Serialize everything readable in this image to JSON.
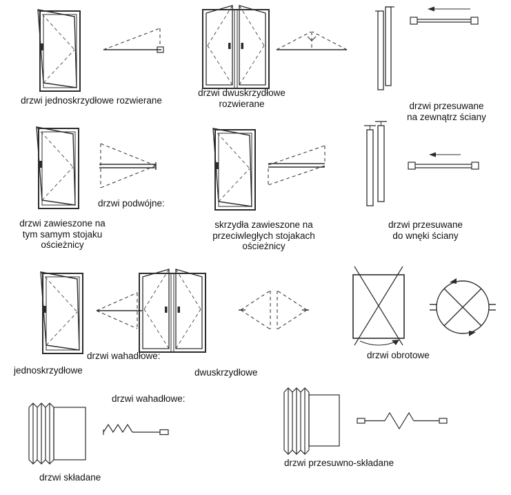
{
  "colors": {
    "line": "#2b2b2b",
    "text": "#111111",
    "background": "#ffffff"
  },
  "figures": {
    "single_swing": {
      "label": "drzwi jednoskrzydłowe rozwierane"
    },
    "double_swing": {
      "label_line1": "drzwi dwuskrzydłowe",
      "label_line2": "rozwierane"
    },
    "sliding_outside": {
      "label_line1": "drzwi przesuwane",
      "label_line2": "na zewnątrz ściany"
    },
    "double_doors_group": {
      "heading": "drzwi podwójne:"
    },
    "same_jamb": {
      "label_line1": "drzwi zawieszone na",
      "label_line2": "tym samym stojaku",
      "label_line3": "ościeżnicy"
    },
    "opposite_jambs": {
      "label_line1": "skrzydła zawieszone na",
      "label_line2": "przeciwległych stojakach",
      "label_line3": "ościeżnicy"
    },
    "sliding_recess": {
      "label_line1": "drzwi przesuwane",
      "label_line2": "do wnęki ściany"
    },
    "swing_group": {
      "heading": "drzwi wahadłowe:"
    },
    "swing_single": {
      "label": "jednoskrzydłowe"
    },
    "swing_double": {
      "label": "dwuskrzydłowe"
    },
    "revolving": {
      "label": "drzwi obrotowe"
    },
    "swing_group_repeat": {
      "heading": "drzwi wahadłowe:"
    },
    "folding": {
      "label": "drzwi składane"
    },
    "sliding_folding": {
      "label": "drzwi przesuwno-składane"
    }
  }
}
